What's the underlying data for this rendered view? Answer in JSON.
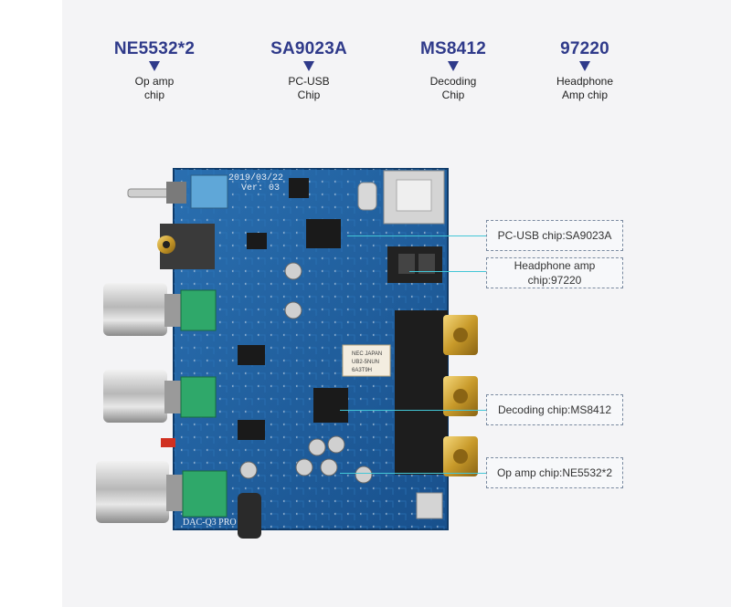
{
  "top_labels": [
    {
      "chip": "NE5532*2",
      "desc_line1": "Op amp",
      "desc_line2": "chip"
    },
    {
      "chip": "SA9023A",
      "desc_line1": "PC-USB",
      "desc_line2": "Chip"
    },
    {
      "chip": "MS8412",
      "desc_line1": "Decoding",
      "desc_line2": "Chip"
    },
    {
      "chip": "97220",
      "desc_line1": "Headphone",
      "desc_line2": "Amp chip"
    }
  ],
  "callouts": [
    {
      "line1": "PC-USB chip:SA9023A",
      "line2": ""
    },
    {
      "line1": "Headphone amp",
      "line2": "chip:97220"
    },
    {
      "line1": "Decoding chip:MS8412",
      "line2": ""
    },
    {
      "line1": "Op amp chip:NE5532*2",
      "line2": ""
    }
  ],
  "board": {
    "date": "2019/03/22",
    "version": "Ver: 03",
    "model": "DAC-Q3 PRO",
    "relay_text_1": "NEC JAPAN",
    "relay_text_2": "UB2-5NUN",
    "relay_text_3": "6A3T9H"
  },
  "colors": {
    "accent": "#2f3a8a",
    "pcb": "#1f5d9e",
    "leader": "#42c6d6"
  }
}
